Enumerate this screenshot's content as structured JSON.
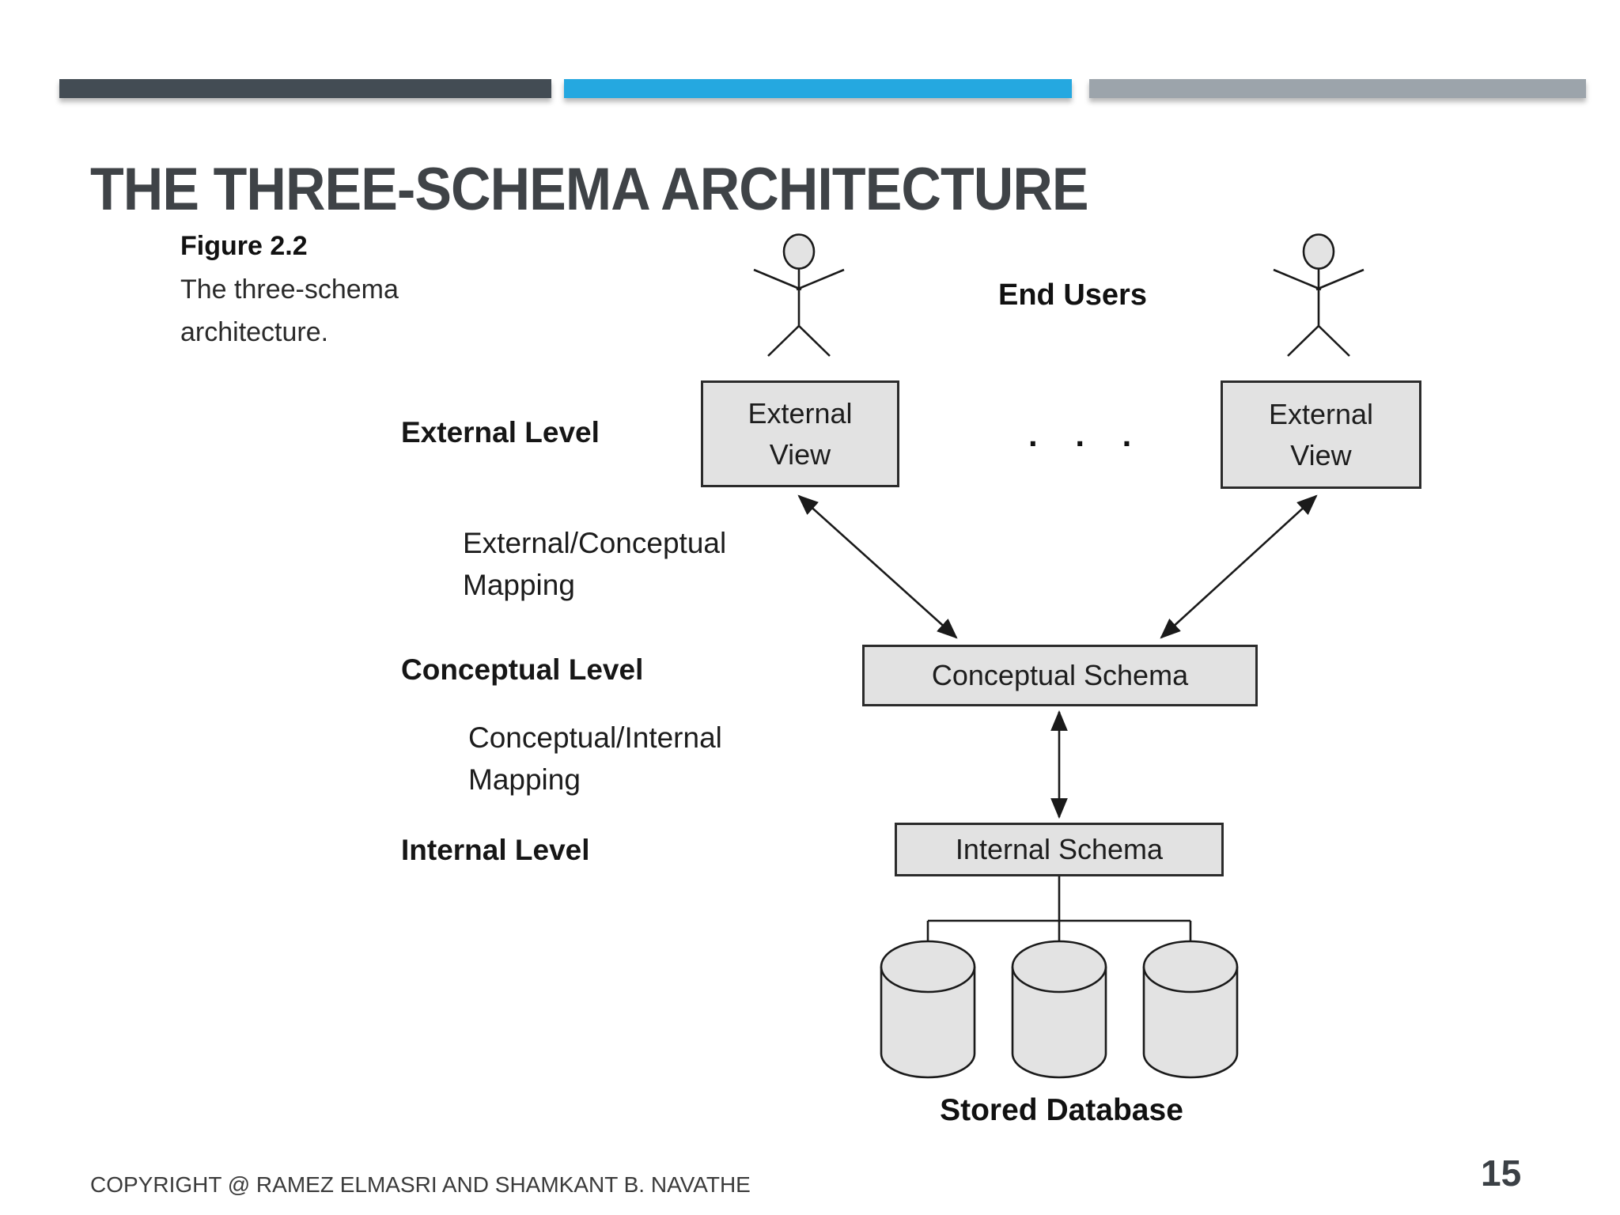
{
  "header": {
    "title": "THE THREE-SCHEMA ARCHITECTURE",
    "bar_colors": {
      "dark": "#434c54",
      "blue": "#25a8e0",
      "gray": "#9ca4ab"
    }
  },
  "figure_caption": {
    "title": "Figure 2.2",
    "line1": "The three-schema",
    "line2": "architecture."
  },
  "diagram": {
    "end_users_label": "End Users",
    "ellipsis": ". . .",
    "external_view_left": {
      "line1": "External",
      "line2": "View"
    },
    "external_view_right": {
      "line1": "External",
      "line2": "View"
    },
    "levels": {
      "external_level": "External Level",
      "external_conceptual_mapping_line1": "External/Conceptual",
      "external_conceptual_mapping_line2": "Mapping",
      "conceptual_level": "Conceptual Level",
      "conceptual_internal_mapping_line1": "Conceptual/Internal",
      "conceptual_internal_mapping_line2": "Mapping",
      "internal_level": "Internal Level"
    },
    "conceptual_schema_label": "Conceptual Schema",
    "internal_schema_label": "Internal Schema",
    "stored_database_label": "Stored Database",
    "box_fill": "#e2e2e2",
    "stroke_color": "#1a1a1a"
  },
  "footer": {
    "copyright": "COPYRIGHT @ RAMEZ ELMASRI AND SHAMKANT B. NAVATHE",
    "page_number": "15"
  }
}
